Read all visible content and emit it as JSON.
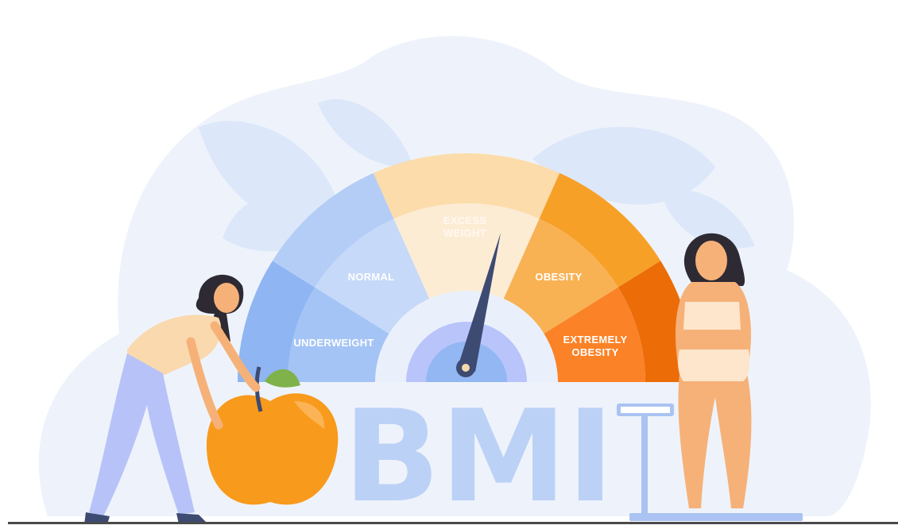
{
  "title_letters": "BMI",
  "gauge": {
    "segments": [
      {
        "label": "UNDERWEIGHT",
        "outer": "#8fb5f3",
        "inner": "#a4c4f6"
      },
      {
        "label": "NORMAL",
        "outer": "#b4cdf6",
        "inner": "#c6d9f8"
      },
      {
        "label_line1": "EXCESS",
        "label_line2": "WEIGHT",
        "outer": "#fcdcab",
        "inner": "#fdecd4"
      },
      {
        "label": "OBESITY",
        "outer": "#f7a027",
        "inner": "#f8b254"
      },
      {
        "label_line1": "EXTREMELY",
        "label_line2": "OBESITY",
        "outer": "#ec6c08",
        "inner": "#fb8226"
      }
    ],
    "needle_segment": "EXCESS WEIGHT",
    "needle_color": "#3d4a72"
  },
  "colors": {
    "background_blob": "#eef3fb",
    "leaf_shapes": "#dde7f8",
    "apple": "#f89a1c",
    "ground": "#4a4a4a"
  }
}
